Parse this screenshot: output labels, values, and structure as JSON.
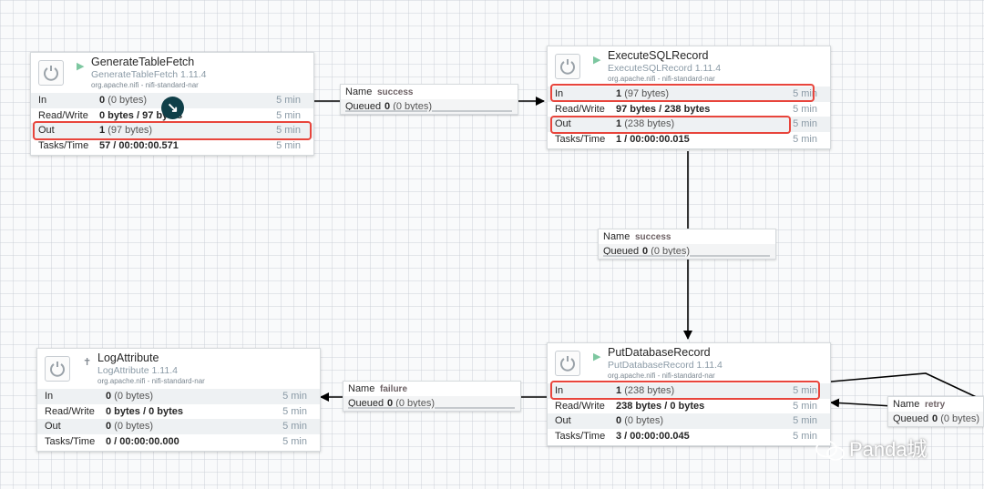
{
  "processors": [
    {
      "name": "GenerateTableFetch",
      "type": "GenerateTableFetch 1.11.4",
      "bundle": "org.apache.nifi - nifi-standard-nar",
      "state": "running",
      "in_count": "0",
      "in_bytes": "(0 bytes)",
      "rw": "0 bytes / 97 bytes",
      "out_count": "1",
      "out_bytes": "(97 bytes)",
      "tasks": "57 / 00:00:00.571",
      "window": "5 min"
    },
    {
      "name": "ExecuteSQLRecord",
      "type": "ExecuteSQLRecord 1.11.4",
      "bundle": "org.apache.nifi - nifi-standard-nar",
      "state": "running",
      "in_count": "1",
      "in_bytes": "(97 bytes)",
      "rw": "97 bytes / 238 bytes",
      "out_count": "1",
      "out_bytes": "(238 bytes)",
      "tasks": "1 / 00:00:00.015",
      "window": "5 min"
    },
    {
      "name": "PutDatabaseRecord",
      "type": "PutDatabaseRecord 1.11.4",
      "bundle": "org.apache.nifi - nifi-standard-nar",
      "state": "running",
      "in_count": "1",
      "in_bytes": "(238 bytes)",
      "rw": "238 bytes / 0 bytes",
      "out_count": "0",
      "out_bytes": "(0 bytes)",
      "tasks": "3 / 00:00:00.045",
      "window": "5 min"
    },
    {
      "name": "LogAttribute",
      "type": "LogAttribute 1.11.4",
      "bundle": "org.apache.nifi - nifi-standard-nar",
      "state": "stopped",
      "in_count": "0",
      "in_bytes": "(0 bytes)",
      "rw": "0 bytes / 0 bytes",
      "out_count": "0",
      "out_bytes": "(0 bytes)",
      "tasks": "0 / 00:00:00.000",
      "window": "5 min"
    }
  ],
  "stat_labels": {
    "in": "In",
    "rw": "Read/Write",
    "out": "Out",
    "tasks": "Tasks/Time"
  },
  "connections": [
    {
      "name": "success",
      "queued_count": "0",
      "queued_bytes": "(0 bytes)"
    },
    {
      "name": "success",
      "queued_count": "0",
      "queued_bytes": "(0 bytes)"
    },
    {
      "name": "failure",
      "queued_count": "0",
      "queued_bytes": "(0 bytes)"
    },
    {
      "name": "retry",
      "queued_count": "0",
      "queued_bytes": "(0 bytes)"
    }
  ],
  "conn_labels": {
    "name": "Name",
    "queued": "Queued"
  },
  "watermark": "Panda城",
  "colors": {
    "highlight": "#e8453c",
    "running": "#7dc7a0",
    "connection_line": "#000000",
    "badge": "#0f3f48"
  },
  "icons": {
    "processor": "processor-icon",
    "running": "play-icon",
    "stopped": "stopped-icon",
    "badge": "arrow-down-right-icon",
    "watermark": "wechat-icon"
  }
}
